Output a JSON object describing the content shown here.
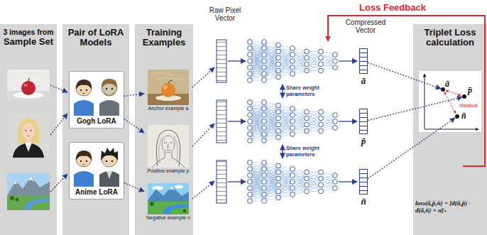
{
  "diagram": {
    "nodes": [
      {
        "text": [
          "3 images from",
          "Sample Set"
        ]
      },
      {
        "text": [
          "Pair of LoRA Models"
        ]
      },
      {
        "text": [
          "Gogh LoRA"
        ],
        "in": 1
      },
      {
        "text": [
          "Anime LoRA"
        ],
        "in": 1
      },
      {
        "text": [
          "Training Examples"
        ]
      },
      {
        "text": [
          "Anchor example a"
        ],
        "in": 4
      },
      {
        "text": [
          "Positive example p"
        ],
        "in": 4
      },
      {
        "text": [
          "Negative example n"
        ],
        "in": 4
      },
      {
        "text": [
          "ā"
        ]
      },
      {
        "text": [
          "p̄"
        ]
      },
      {
        "text": [
          "n̄"
        ]
      },
      {
        "text": [
          "Triplet Loss calculation",
          "loss(ā,p̄,n̄) = [d(ā,p̄) - d(ā,n̄) + α]₊"
        ]
      },
      {
        "text": [
          "ā"
        ],
        "in": 11
      },
      {
        "text": [
          "p̄"
        ],
        "in": 11
      },
      {
        "text": [
          "n̄"
        ],
        "in": 11
      }
    ],
    "edges": [
      {
        "from": 2,
        "to": 5,
        "arrow": "to"
      },
      {
        "from": 2,
        "to": 6,
        "arrow": "to"
      },
      {
        "from": 3,
        "to": 7,
        "arrow": "to"
      },
      {
        "from": 8,
        "to": 12,
        "arrow": "to"
      },
      {
        "from": 9,
        "to": 13,
        "arrow": "to"
      },
      {
        "from": 10,
        "to": 14,
        "arrow": "to"
      }
    ],
    "labels": [
      "Loss Feedback",
      "Raw Pixel Vector",
      "Compressed Vector",
      "Share weight parameters",
      "Share weight parameters",
      "distance"
    ]
  }
}
